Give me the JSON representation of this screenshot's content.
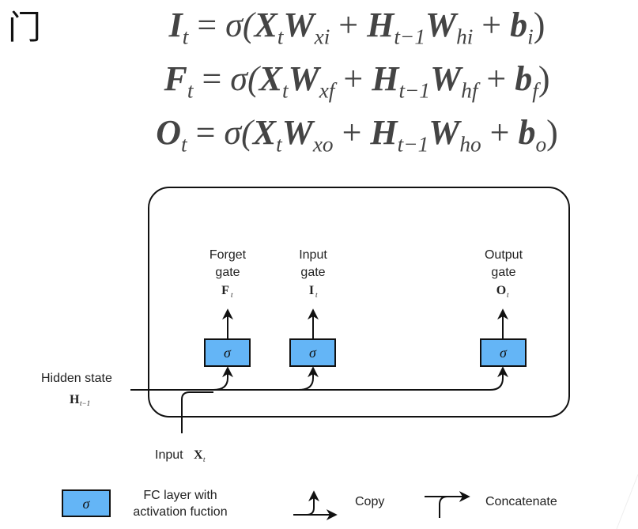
{
  "heading": "门",
  "equations": [
    {
      "lhs": "I",
      "lhs_sub": "t",
      "gate_sub_x": "xi",
      "gate_sub_h": "hi",
      "bias_sub": "i"
    },
    {
      "lhs": "F",
      "lhs_sub": "t",
      "gate_sub_x": "xf",
      "gate_sub_h": "hf",
      "bias_sub": "f"
    },
    {
      "lhs": "O",
      "lhs_sub": "t",
      "gate_sub_x": "xo",
      "gate_sub_h": "ho",
      "bias_sub": "o"
    }
  ],
  "eq_parts": {
    "equals": " = ",
    "sigma_open": "σ(",
    "X": "X",
    "t": "t",
    "W": "W",
    "plus": " + ",
    "H": "H",
    "t_minus_1": "t−1",
    "b": "b",
    "close": ")"
  },
  "diagram": {
    "gates": [
      {
        "name_line1": "Forget",
        "name_line2": "gate",
        "symbol": "F",
        "symbol_sub": "t",
        "activation": "σ"
      },
      {
        "name_line1": "Input",
        "name_line2": "gate",
        "symbol": "I",
        "symbol_sub": "t",
        "activation": "σ"
      },
      {
        "name_line1": "Output",
        "name_line2": "gate",
        "symbol": "O",
        "symbol_sub": "t",
        "activation": "σ"
      }
    ],
    "hidden_state_label": "Hidden state",
    "hidden_state_symbol": "H",
    "hidden_state_sub": "t−1",
    "input_label": "Input ",
    "input_symbol": "X",
    "input_sub": "t",
    "box_color": "#64b5f6"
  },
  "legend": {
    "fc_activation": "σ",
    "fc_line1": "FC layer with",
    "fc_line2": "activation fuction",
    "copy": "Copy",
    "concatenate": "Concatenate"
  }
}
